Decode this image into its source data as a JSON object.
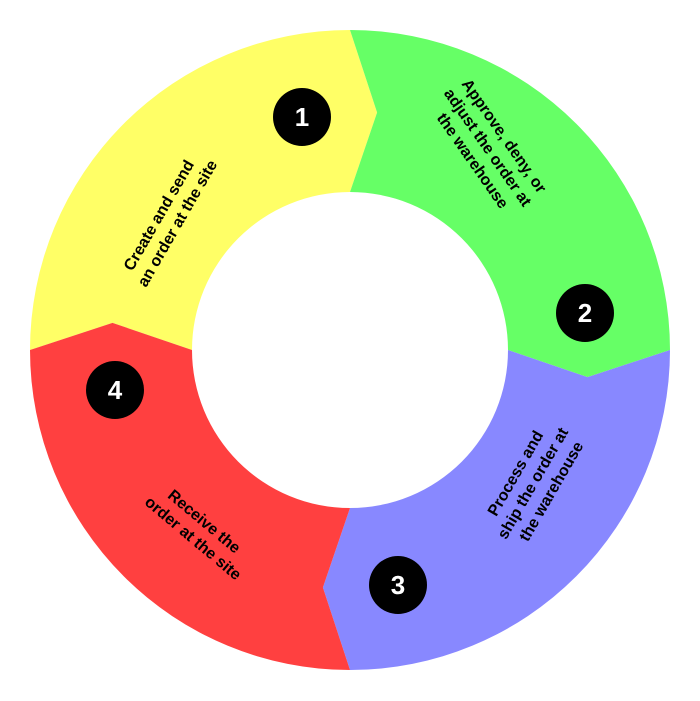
{
  "diagram": {
    "steps": [
      {
        "number": "1",
        "lines": [
          "Create and send",
          "an order at the site"
        ],
        "color": "#ffff66"
      },
      {
        "number": "2",
        "lines": [
          "Approve, deny, or",
          "adjust the order at",
          "the warehouse"
        ],
        "color": "#66ff66"
      },
      {
        "number": "3",
        "lines": [
          "Process and",
          "ship the order at",
          "the warehouse"
        ],
        "color": "#8888ff"
      },
      {
        "number": "4",
        "lines": [
          "Receive the",
          "order at the site"
        ],
        "color": "#ff4040"
      }
    ]
  }
}
